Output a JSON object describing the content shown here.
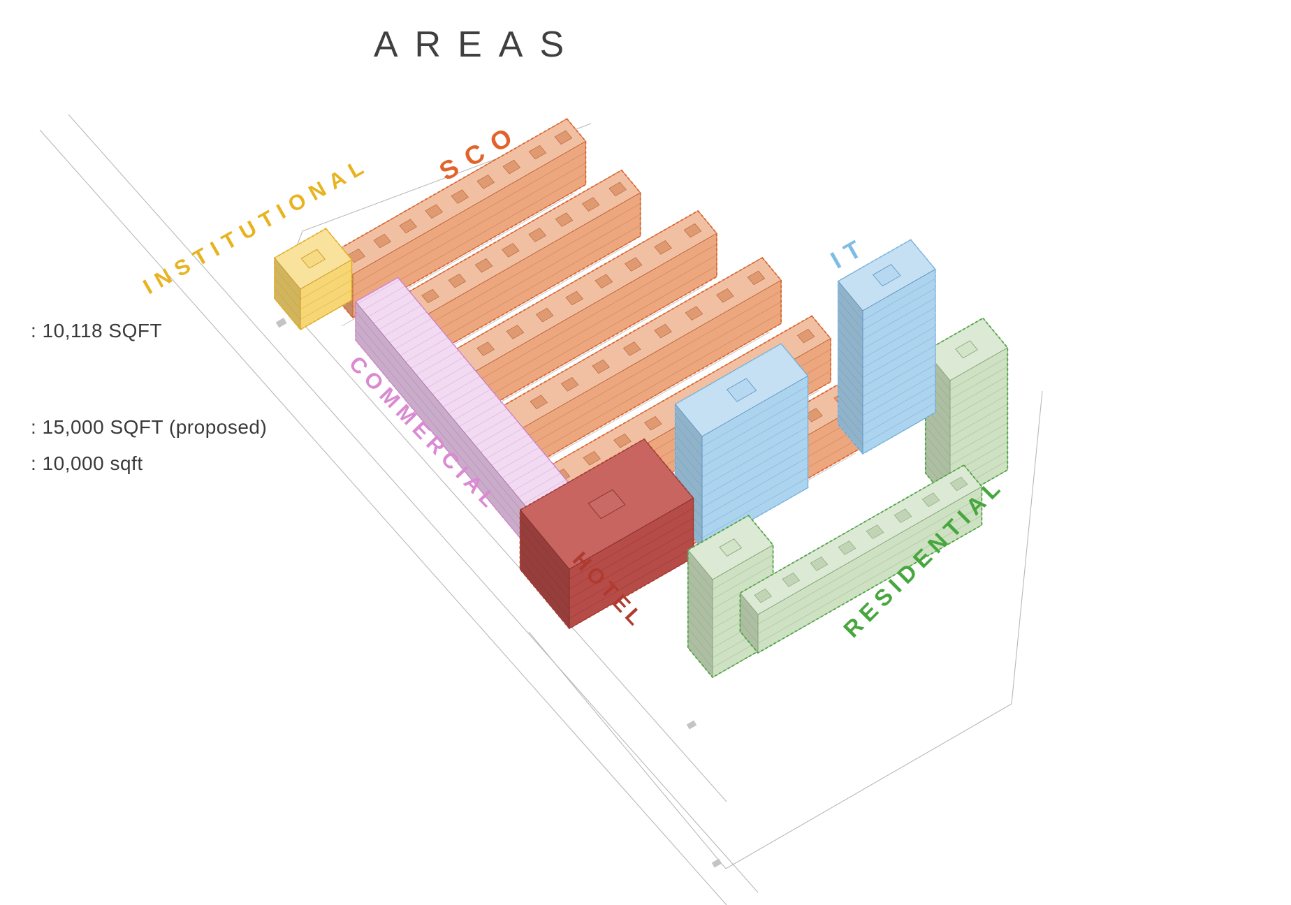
{
  "title": "AREAS",
  "annotations": [
    {
      "text": ": 10,118 SQFT"
    },
    {
      "text": ": 15,000 SQFT (proposed)"
    },
    {
      "text": ": 10,000 sqft"
    }
  ],
  "zones": {
    "institutional": {
      "label": "INSTITUTIONAL",
      "color": "#e8b320",
      "fill": "#f6d46e",
      "outline": "#c6941f"
    },
    "sco": {
      "label": "SCO",
      "color": "#e2622a",
      "fill": "#eba277",
      "outline": "#b85c2e"
    },
    "commercial": {
      "label": "COMMERCIAL",
      "color": "#d98ad2",
      "fill": "#eccaec",
      "outline": "#a96ba5"
    },
    "hotel": {
      "label": "HOTEL",
      "color": "#b03a30",
      "fill": "#c0504b",
      "outline": "#7e2a24"
    },
    "it": {
      "label": "IT",
      "color": "#7fbce4",
      "fill": "#a9d2ee",
      "outline": "#5b8fbe"
    },
    "residential": {
      "label": "RESIDENTIAL",
      "color": "#48a63e",
      "fill": "#cbdfc0",
      "outline": "#7da171"
    }
  }
}
